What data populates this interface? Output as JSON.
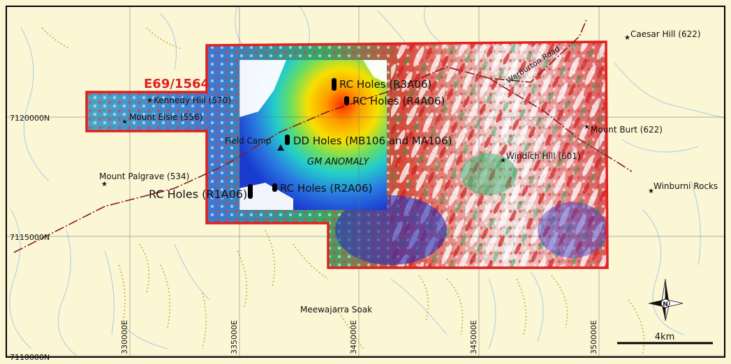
{
  "tenement": {
    "id": "E69/1564",
    "color": "#e02020"
  },
  "grid": {
    "northings": [
      "7120000N",
      "7115000N",
      "7110000N"
    ],
    "eastings": [
      "330000E",
      "335000E",
      "340000E",
      "345000E",
      "350000E"
    ]
  },
  "places": {
    "caesar_hill": "Caesar Hill (622)",
    "kennedy_hill": "Kennedy Hill (570)",
    "mount_elsie": "Mount Elsie (556)",
    "mount_burt": "Mount Burt (622)",
    "windich_hill": "Windich Hill (601)",
    "mount_palgrave": "Mount Palgrave (534)",
    "winburni_rocks": "Winburni Rocks",
    "meewajarra_soak": "Meewajarra Soak",
    "field_camp": "Field Camp"
  },
  "road": {
    "name": "Warburton Road",
    "color": "#8b1a1a"
  },
  "drill_holes": {
    "r3a06": "RC Holes (R3A06)",
    "r4a06": "RC Holes (R4A06)",
    "dd": "DD Holes (MB106 and MA106)",
    "r2a06": "RC Holes (R2A06)",
    "r1a06": "RC Holes (R1A06)"
  },
  "anomaly_label": "GM ANOMALY",
  "scale_bar": {
    "label": "4km"
  },
  "north_arrow": {
    "letter": "N"
  },
  "colors": {
    "background": "#fbf6d4",
    "drainage": "#a9cce3",
    "frame": "#000000"
  }
}
